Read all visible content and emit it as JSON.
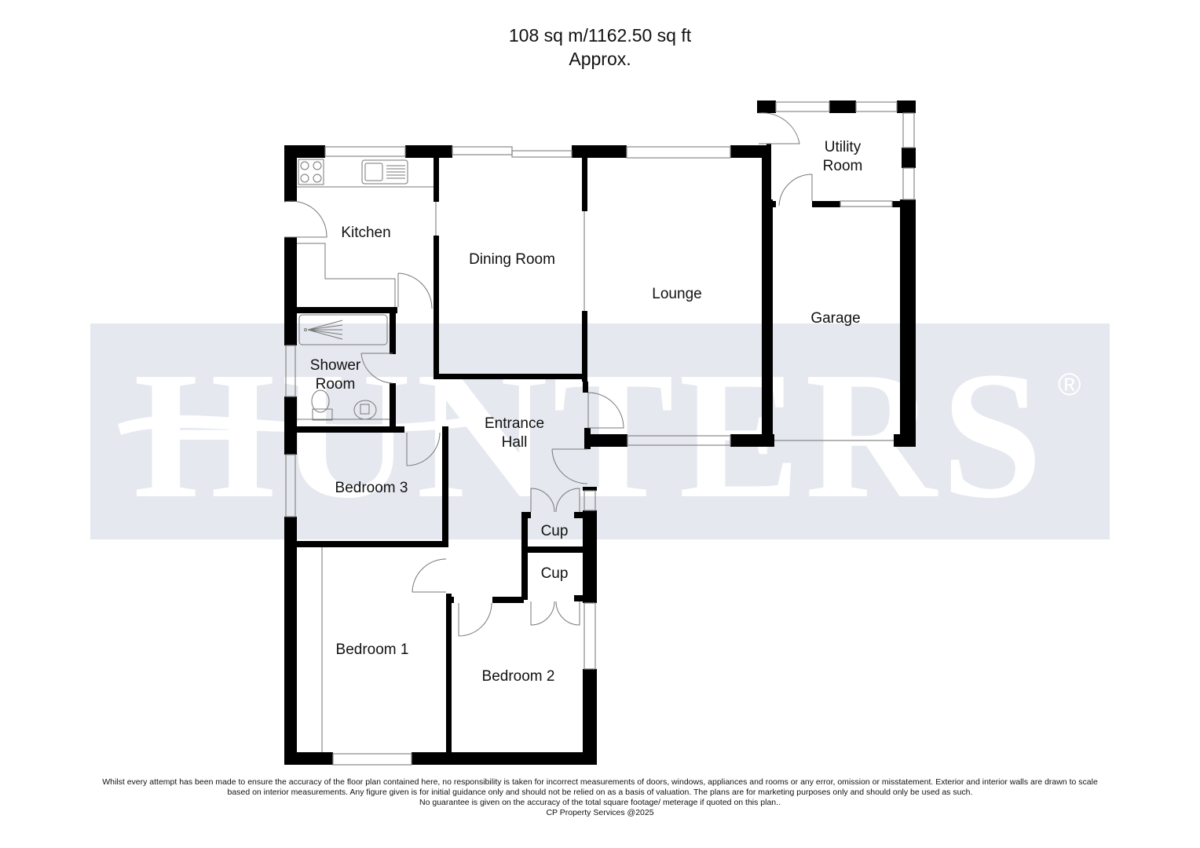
{
  "header": {
    "area": "108 sq m/1162.50 sq ft",
    "qualifier": "Approx."
  },
  "watermark": {
    "brand": "HUNTERS",
    "registered_mark": "®",
    "band_color": "#e5e8ef",
    "text_color": "#ffffff"
  },
  "rooms": {
    "kitchen": "Kitchen",
    "dining_room": "Dining Room",
    "lounge": "Lounge",
    "utility_room_line1": "Utility",
    "utility_room_line2": "Room",
    "garage": "Garage",
    "shower_room_line1": "Shower",
    "shower_room_line2": "Room",
    "entrance_hall_line1": "Entrance",
    "entrance_hall_line2": "Hall",
    "bedroom_3": "Bedroom 3",
    "cupboard_1": "Cup",
    "cupboard_2": "Cup",
    "bedroom_1": "Bedroom 1",
    "bedroom_2": "Bedroom 2"
  },
  "disclaimer": {
    "line1": "Whilst every attempt has been made to ensure the accuracy of the floor plan contained here, no responsibility is taken for incorrect measurements of doors, windows, appliances and rooms or any error, omission or misstatement. Exterior and interior walls are drawn to scale",
    "line2": "based on interior measurements. Any figure given is for initial guidance only and should not be relied on as a basis of valuation. The plans are for marketing purposes only and should only be used as such.",
    "line3": "No guarantee is given on the accuracy of the total square footage/ meterage if quoted on this plan..",
    "line4": "CP Property Services @2025"
  },
  "colors": {
    "wall": "#000000",
    "fixture_line": "#777777",
    "background": "#ffffff"
  }
}
